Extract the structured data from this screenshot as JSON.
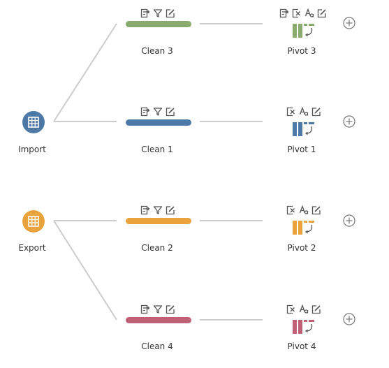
{
  "colors": {
    "connector": "#cccccc",
    "icon": "#555555",
    "import": "#4e79a7",
    "export": "#e8a33c",
    "clean1": "#4e79a7",
    "clean2": "#e8a33c",
    "clean3": "#8aab6e",
    "clean4": "#c06077"
  },
  "sources": [
    {
      "id": "import",
      "label": "Import",
      "icon": "table-icon"
    },
    {
      "id": "export",
      "label": "Export",
      "icon": "table-icon"
    }
  ],
  "cleans": [
    {
      "id": "clean3",
      "label": "Clean 3",
      "icons": [
        "rename-icon",
        "filter-icon",
        "edit-icon"
      ]
    },
    {
      "id": "clean1",
      "label": "Clean 1",
      "icons": [
        "rename-icon",
        "filter-icon",
        "edit-icon"
      ]
    },
    {
      "id": "clean2",
      "label": "Clean 2",
      "icons": [
        "rename-icon",
        "filter-icon",
        "edit-icon"
      ]
    },
    {
      "id": "clean4",
      "label": "Clean 4",
      "icons": [
        "rename-icon",
        "filter-icon",
        "edit-icon"
      ]
    }
  ],
  "pivots": [
    {
      "id": "pivot3",
      "label": "Pivot 3",
      "icons": [
        "rename-icon",
        "remove-icon",
        "text-case-icon",
        "edit-icon"
      ]
    },
    {
      "id": "pivot1",
      "label": "Pivot 1",
      "icons": [
        "remove-icon",
        "text-case-icon",
        "edit-icon"
      ]
    },
    {
      "id": "pivot2",
      "label": "Pivot 2",
      "icons": [
        "remove-icon",
        "text-case-icon",
        "edit-icon"
      ]
    },
    {
      "id": "pivot4",
      "label": "Pivot 4",
      "icons": [
        "remove-icon",
        "text-case-icon",
        "edit-icon"
      ]
    }
  ]
}
